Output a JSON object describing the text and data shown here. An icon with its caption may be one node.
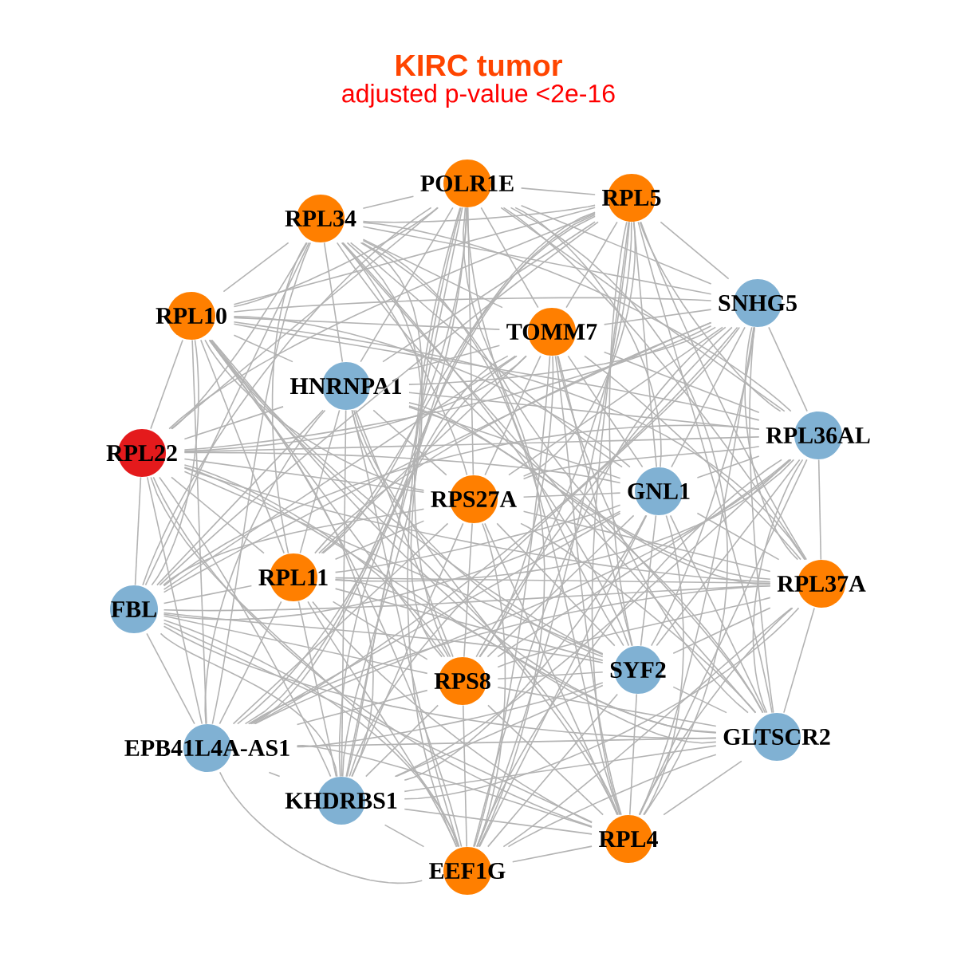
{
  "diagram": {
    "title": "KIRC tumor",
    "nodes": [
      {
        "text": [
          "POLR1E"
        ]
      },
      {
        "text": [
          "RPL5"
        ]
      },
      {
        "text": [
          "RPL34"
        ]
      },
      {
        "text": [
          "SNHG5"
        ]
      },
      {
        "text": [
          "RPL10"
        ]
      },
      {
        "text": [
          "TOMM7"
        ]
      },
      {
        "text": [
          "HNRNPA1"
        ]
      },
      {
        "text": [
          "RPL36AL"
        ]
      },
      {
        "text": [
          "RPL22"
        ]
      },
      {
        "text": [
          "GNL1"
        ]
      },
      {
        "text": [
          "RPS27A"
        ]
      },
      {
        "text": [
          "RPL11"
        ]
      },
      {
        "text": [
          "RPL37A"
        ]
      },
      {
        "text": [
          "FBL"
        ]
      },
      {
        "text": [
          "SYF2"
        ]
      },
      {
        "text": [
          "RPS8"
        ]
      },
      {
        "text": [
          "GLTSCR2"
        ]
      },
      {
        "text": [
          "EPB41L4A-AS1"
        ]
      },
      {
        "text": [
          "KHDRBS1"
        ]
      },
      {
        "text": [
          "RPL4"
        ]
      },
      {
        "text": [
          "EEF1G"
        ]
      }
    ],
    "edges": [
      {
        "from": 0,
        "to": 1,
        "arrow": "none"
      },
      {
        "from": 0,
        "to": 2,
        "arrow": "none"
      },
      {
        "from": 0,
        "to": 3,
        "arrow": "none"
      },
      {
        "from": 0,
        "to": 4,
        "arrow": "none"
      },
      {
        "from": 0,
        "to": 5,
        "arrow": "none"
      },
      {
        "from": 0,
        "to": 6,
        "arrow": "none"
      },
      {
        "from": 0,
        "to": 7,
        "arrow": "none"
      },
      {
        "from": 0,
        "to": 8,
        "arrow": "none"
      },
      {
        "from": 0,
        "to": 9,
        "arrow": "none"
      },
      {
        "from": 0,
        "to": 10,
        "arrow": "none"
      },
      {
        "from": 0,
        "to": 11,
        "arrow": "none"
      },
      {
        "from": 0,
        "to": 12,
        "arrow": "none"
      },
      {
        "from": 0,
        "to": 13,
        "arrow": "none"
      },
      {
        "from": 0,
        "to": 14,
        "arrow": "none"
      },
      {
        "from": 0,
        "to": 15,
        "arrow": "none"
      },
      {
        "from": 0,
        "to": 16,
        "arrow": "none"
      },
      {
        "from": 0,
        "to": 17,
        "arrow": "none"
      },
      {
        "from": 0,
        "to": 18,
        "arrow": "none"
      },
      {
        "from": 0,
        "to": 19,
        "arrow": "none"
      },
      {
        "from": 0,
        "to": 20,
        "arrow": "none"
      },
      {
        "from": 1,
        "to": 2,
        "arrow": "none"
      },
      {
        "from": 1,
        "to": 3,
        "arrow": "none"
      },
      {
        "from": 1,
        "to": 4,
        "arrow": "none"
      },
      {
        "from": 1,
        "to": 5,
        "arrow": "none"
      },
      {
        "from": 1,
        "to": 6,
        "arrow": "none"
      },
      {
        "from": 1,
        "to": 7,
        "arrow": "none"
      },
      {
        "from": 1,
        "to": 8,
        "arrow": "none"
      },
      {
        "from": 1,
        "to": 9,
        "arrow": "none"
      },
      {
        "from": 1,
        "to": 10,
        "arrow": "none"
      },
      {
        "from": 1,
        "to": 11,
        "arrow": "none"
      },
      {
        "from": 1,
        "to": 12,
        "arrow": "none"
      },
      {
        "from": 1,
        "to": 13,
        "arrow": "none"
      },
      {
        "from": 1,
        "to": 14,
        "arrow": "none"
      },
      {
        "from": 1,
        "to": 15,
        "arrow": "none"
      },
      {
        "from": 1,
        "to": 16,
        "arrow": "none"
      },
      {
        "from": 1,
        "to": 17,
        "arrow": "none"
      },
      {
        "from": 1,
        "to": 18,
        "arrow": "none"
      },
      {
        "from": 1,
        "to": 19,
        "arrow": "none"
      },
      {
        "from": 1,
        "to": 20,
        "arrow": "none"
      },
      {
        "from": 2,
        "to": 3,
        "arrow": "none"
      },
      {
        "from": 2,
        "to": 4,
        "arrow": "none"
      },
      {
        "from": 2,
        "to": 5,
        "arrow": "none"
      },
      {
        "from": 2,
        "to": 6,
        "arrow": "none"
      },
      {
        "from": 2,
        "to": 7,
        "arrow": "none"
      },
      {
        "from": 2,
        "to": 8,
        "arrow": "none"
      },
      {
        "from": 2,
        "to": 9,
        "arrow": "none"
      },
      {
        "from": 2,
        "to": 10,
        "arrow": "none"
      },
      {
        "from": 2,
        "to": 11,
        "arrow": "none"
      },
      {
        "from": 2,
        "to": 12,
        "arrow": "none"
      },
      {
        "from": 2,
        "to": 13,
        "arrow": "none"
      },
      {
        "from": 2,
        "to": 14,
        "arrow": "none"
      },
      {
        "from": 2,
        "to": 15,
        "arrow": "none"
      },
      {
        "from": 2,
        "to": 16,
        "arrow": "none"
      },
      {
        "from": 2,
        "to": 17,
        "arrow": "none"
      },
      {
        "from": 2,
        "to": 18,
        "arrow": "none"
      },
      {
        "from": 2,
        "to": 19,
        "arrow": "none"
      },
      {
        "from": 2,
        "to": 20,
        "arrow": "none"
      },
      {
        "from": 3,
        "to": 4,
        "arrow": "none"
      },
      {
        "from": 3,
        "to": 5,
        "arrow": "none"
      },
      {
        "from": 3,
        "to": 6,
        "arrow": "none"
      },
      {
        "from": 3,
        "to": 7,
        "arrow": "none"
      },
      {
        "from": 3,
        "to": 8,
        "arrow": "none"
      },
      {
        "from": 3,
        "to": 9,
        "arrow": "none"
      },
      {
        "from": 3,
        "to": 10,
        "arrow": "none"
      },
      {
        "from": 3,
        "to": 11,
        "arrow": "none"
      },
      {
        "from": 3,
        "to": 12,
        "arrow": "none"
      },
      {
        "from": 3,
        "to": 13,
        "arrow": "none"
      },
      {
        "from": 3,
        "to": 14,
        "arrow": "none"
      },
      {
        "from": 3,
        "to": 15,
        "arrow": "none"
      },
      {
        "from": 3,
        "to": 16,
        "arrow": "none"
      },
      {
        "from": 3,
        "to": 17,
        "arrow": "none"
      },
      {
        "from": 3,
        "to": 18,
        "arrow": "none"
      },
      {
        "from": 3,
        "to": 19,
        "arrow": "none"
      },
      {
        "from": 3,
        "to": 20,
        "arrow": "none"
      },
      {
        "from": 4,
        "to": 5,
        "arrow": "none"
      },
      {
        "from": 4,
        "to": 6,
        "arrow": "none"
      },
      {
        "from": 4,
        "to": 7,
        "arrow": "none"
      },
      {
        "from": 4,
        "to": 8,
        "arrow": "none"
      },
      {
        "from": 4,
        "to": 9,
        "arrow": "none"
      },
      {
        "from": 4,
        "to": 10,
        "arrow": "none"
      },
      {
        "from": 4,
        "to": 11,
        "arrow": "none"
      },
      {
        "from": 4,
        "to": 12,
        "arrow": "none"
      },
      {
        "from": 4,
        "to": 13,
        "arrow": "none"
      },
      {
        "from": 4,
        "to": 14,
        "arrow": "none"
      },
      {
        "from": 4,
        "to": 15,
        "arrow": "none"
      },
      {
        "from": 4,
        "to": 16,
        "arrow": "none"
      },
      {
        "from": 4,
        "to": 17,
        "arrow": "none"
      },
      {
        "from": 4,
        "to": 18,
        "arrow": "none"
      },
      {
        "from": 4,
        "to": 19,
        "arrow": "none"
      },
      {
        "from": 4,
        "to": 20,
        "arrow": "none"
      },
      {
        "from": 5,
        "to": 6,
        "arrow": "none"
      },
      {
        "from": 5,
        "to": 7,
        "arrow": "none"
      },
      {
        "from": 5,
        "to": 8,
        "arrow": "none"
      },
      {
        "from": 5,
        "to": 9,
        "arrow": "none"
      },
      {
        "from": 5,
        "to": 10,
        "arrow": "none"
      },
      {
        "from": 5,
        "to": 11,
        "arrow": "none"
      },
      {
        "from": 5,
        "to": 12,
        "arrow": "none"
      },
      {
        "from": 5,
        "to": 13,
        "arrow": "none"
      },
      {
        "from": 5,
        "to": 14,
        "arrow": "none"
      },
      {
        "from": 5,
        "to": 15,
        "arrow": "none"
      },
      {
        "from": 5,
        "to": 16,
        "arrow": "none"
      },
      {
        "from": 5,
        "to": 17,
        "arrow": "none"
      },
      {
        "from": 5,
        "to": 18,
        "arrow": "none"
      },
      {
        "from": 5,
        "to": 19,
        "arrow": "none"
      },
      {
        "from": 5,
        "to": 20,
        "arrow": "none"
      },
      {
        "from": 6,
        "to": 7,
        "arrow": "none"
      },
      {
        "from": 6,
        "to": 8,
        "arrow": "none"
      },
      {
        "from": 6,
        "to": 9,
        "arrow": "none"
      },
      {
        "from": 6,
        "to": 10,
        "arrow": "none"
      },
      {
        "from": 6,
        "to": 11,
        "arrow": "none"
      },
      {
        "from": 6,
        "to": 12,
        "arrow": "none"
      },
      {
        "from": 6,
        "to": 13,
        "arrow": "none"
      },
      {
        "from": 6,
        "to": 14,
        "arrow": "none"
      },
      {
        "from": 6,
        "to": 15,
        "arrow": "none"
      },
      {
        "from": 6,
        "to": 16,
        "arrow": "none"
      },
      {
        "from": 6,
        "to": 17,
        "arrow": "none"
      },
      {
        "from": 6,
        "to": 18,
        "arrow": "none"
      },
      {
        "from": 6,
        "to": 19,
        "arrow": "none"
      },
      {
        "from": 6,
        "to": 20,
        "arrow": "none"
      },
      {
        "from": 7,
        "to": 8,
        "arrow": "none"
      },
      {
        "from": 7,
        "to": 9,
        "arrow": "none"
      },
      {
        "from": 7,
        "to": 10,
        "arrow": "none"
      },
      {
        "from": 7,
        "to": 11,
        "arrow": "none"
      },
      {
        "from": 7,
        "to": 12,
        "arrow": "none"
      },
      {
        "from": 7,
        "to": 13,
        "arrow": "none"
      },
      {
        "from": 7,
        "to": 14,
        "arrow": "none"
      },
      {
        "from": 7,
        "to": 15,
        "arrow": "none"
      },
      {
        "from": 7,
        "to": 16,
        "arrow": "none"
      },
      {
        "from": 7,
        "to": 17,
        "arrow": "none"
      },
      {
        "from": 7,
        "to": 18,
        "arrow": "none"
      },
      {
        "from": 7,
        "to": 19,
        "arrow": "none"
      },
      {
        "from": 7,
        "to": 20,
        "arrow": "none"
      },
      {
        "from": 8,
        "to": 9,
        "arrow": "none"
      },
      {
        "from": 8,
        "to": 10,
        "arrow": "none"
      },
      {
        "from": 8,
        "to": 11,
        "arrow": "none"
      },
      {
        "from": 8,
        "to": 12,
        "arrow": "none"
      },
      {
        "from": 8,
        "to": 13,
        "arrow": "none"
      },
      {
        "from": 8,
        "to": 14,
        "arrow": "none"
      },
      {
        "from": 8,
        "to": 15,
        "arrow": "none"
      },
      {
        "from": 8,
        "to": 16,
        "arrow": "none"
      },
      {
        "from": 8,
        "to": 17,
        "arrow": "none"
      },
      {
        "from": 8,
        "to": 18,
        "arrow": "none"
      },
      {
        "from": 8,
        "to": 19,
        "arrow": "none"
      },
      {
        "from": 8,
        "to": 20,
        "arrow": "none"
      },
      {
        "from": 9,
        "to": 10,
        "arrow": "none"
      },
      {
        "from": 9,
        "to": 11,
        "arrow": "none"
      },
      {
        "from": 9,
        "to": 12,
        "arrow": "none"
      },
      {
        "from": 9,
        "to": 13,
        "arrow": "none"
      },
      {
        "from": 9,
        "to": 14,
        "arrow": "none"
      },
      {
        "from": 9,
        "to": 15,
        "arrow": "none"
      },
      {
        "from": 9,
        "to": 16,
        "arrow": "none"
      },
      {
        "from": 9,
        "to": 17,
        "arrow": "none"
      },
      {
        "from": 9,
        "to": 18,
        "arrow": "none"
      },
      {
        "from": 9,
        "to": 19,
        "arrow": "none"
      },
      {
        "from": 9,
        "to": 20,
        "arrow": "none"
      },
      {
        "from": 10,
        "to": 11,
        "arrow": "none"
      },
      {
        "from": 10,
        "to": 12,
        "arrow": "none"
      },
      {
        "from": 10,
        "to": 13,
        "arrow": "none"
      },
      {
        "from": 10,
        "to": 14,
        "arrow": "none"
      },
      {
        "from": 10,
        "to": 15,
        "arrow": "none"
      },
      {
        "from": 10,
        "to": 16,
        "arrow": "none"
      },
      {
        "from": 10,
        "to": 17,
        "arrow": "none"
      },
      {
        "from": 10,
        "to": 18,
        "arrow": "none"
      },
      {
        "from": 10,
        "to": 19,
        "arrow": "none"
      },
      {
        "from": 10,
        "to": 20,
        "arrow": "none"
      },
      {
        "from": 11,
        "to": 12,
        "arrow": "none"
      },
      {
        "from": 11,
        "to": 13,
        "arrow": "none"
      },
      {
        "from": 11,
        "to": 14,
        "arrow": "none"
      },
      {
        "from": 11,
        "to": 15,
        "arrow": "none"
      },
      {
        "from": 11,
        "to": 16,
        "arrow": "none"
      },
      {
        "from": 11,
        "to": 17,
        "arrow": "none"
      },
      {
        "from": 11,
        "to": 18,
        "arrow": "none"
      },
      {
        "from": 11,
        "to": 19,
        "arrow": "none"
      },
      {
        "from": 11,
        "to": 20,
        "arrow": "none"
      },
      {
        "from": 12,
        "to": 13,
        "arrow": "none"
      },
      {
        "from": 12,
        "to": 14,
        "arrow": "none"
      },
      {
        "from": 12,
        "to": 15,
        "arrow": "none"
      },
      {
        "from": 12,
        "to": 16,
        "arrow": "none"
      },
      {
        "from": 12,
        "to": 17,
        "arrow": "none"
      },
      {
        "from": 12,
        "to": 18,
        "arrow": "none"
      },
      {
        "from": 12,
        "to": 19,
        "arrow": "none"
      },
      {
        "from": 12,
        "to": 20,
        "arrow": "none"
      },
      {
        "from": 13,
        "to": 14,
        "arrow": "none"
      },
      {
        "from": 13,
        "to": 15,
        "arrow": "none"
      },
      {
        "from": 13,
        "to": 16,
        "arrow": "none"
      },
      {
        "from": 13,
        "to": 17,
        "arrow": "none"
      },
      {
        "from": 13,
        "to": 18,
        "arrow": "none"
      },
      {
        "from": 13,
        "to": 19,
        "arrow": "none"
      },
      {
        "from": 13,
        "to": 20,
        "arrow": "none"
      },
      {
        "from": 14,
        "to": 15,
        "arrow": "none"
      },
      {
        "from": 14,
        "to": 16,
        "arrow": "none"
      },
      {
        "from": 14,
        "to": 17,
        "arrow": "none"
      },
      {
        "from": 14,
        "to": 18,
        "arrow": "none"
      },
      {
        "from": 14,
        "to": 19,
        "arrow": "none"
      },
      {
        "from": 14,
        "to": 20,
        "arrow": "none"
      },
      {
        "from": 15,
        "to": 16,
        "arrow": "none"
      },
      {
        "from": 15,
        "to": 17,
        "arrow": "none"
      },
      {
        "from": 15,
        "to": 18,
        "arrow": "none"
      },
      {
        "from": 15,
        "to": 19,
        "arrow": "none"
      },
      {
        "from": 15,
        "to": 20,
        "arrow": "none"
      },
      {
        "from": 16,
        "to": 17,
        "arrow": "none"
      },
      {
        "from": 16,
        "to": 18,
        "arrow": "none"
      },
      {
        "from": 16,
        "to": 19,
        "arrow": "none"
      },
      {
        "from": 16,
        "to": 20,
        "arrow": "none"
      },
      {
        "from": 17,
        "to": 18,
        "arrow": "none"
      },
      {
        "from": 17,
        "to": 19,
        "arrow": "none"
      },
      {
        "from": 17,
        "to": 20,
        "arrow": "none"
      },
      {
        "from": 18,
        "to": 19,
        "arrow": "none"
      },
      {
        "from": 18,
        "to": 20,
        "arrow": "none"
      },
      {
        "from": 19,
        "to": 20,
        "arrow": "none"
      }
    ],
    "labels": [
      "adjusted p-value <2e-16"
    ]
  }
}
